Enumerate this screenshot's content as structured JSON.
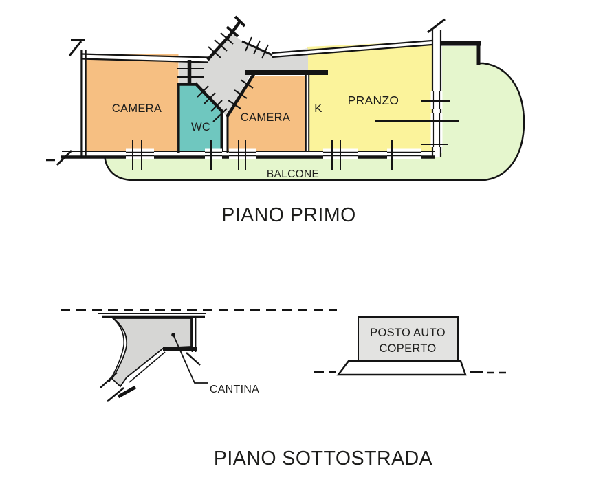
{
  "first_floor": {
    "title": "PIANO PRIMO",
    "rooms": {
      "camera_left": "CAMERA",
      "wc": "WC",
      "camera_right": "CAMERA",
      "kitchen": "K",
      "dining": "PRANZO",
      "balcony": "BALCONE"
    },
    "colors": {
      "bedroom_orange": "#F6BF82",
      "wc_teal": "#6FC7BF",
      "kitchen_dining_yellow": "#FBF39B",
      "balcony_green": "#E5F6CD",
      "hallway_gray": "#D9D9D7"
    }
  },
  "basement": {
    "title": "PIANO SOTTOSTRADA",
    "labels": {
      "cellar": "CANTINA",
      "carport_line1": "POSTO AUTO",
      "carport_line2": "COPERTO"
    },
    "colors": {
      "cellar_gray": "#D6D6D4",
      "carport_gray": "#E3E3E1"
    }
  }
}
